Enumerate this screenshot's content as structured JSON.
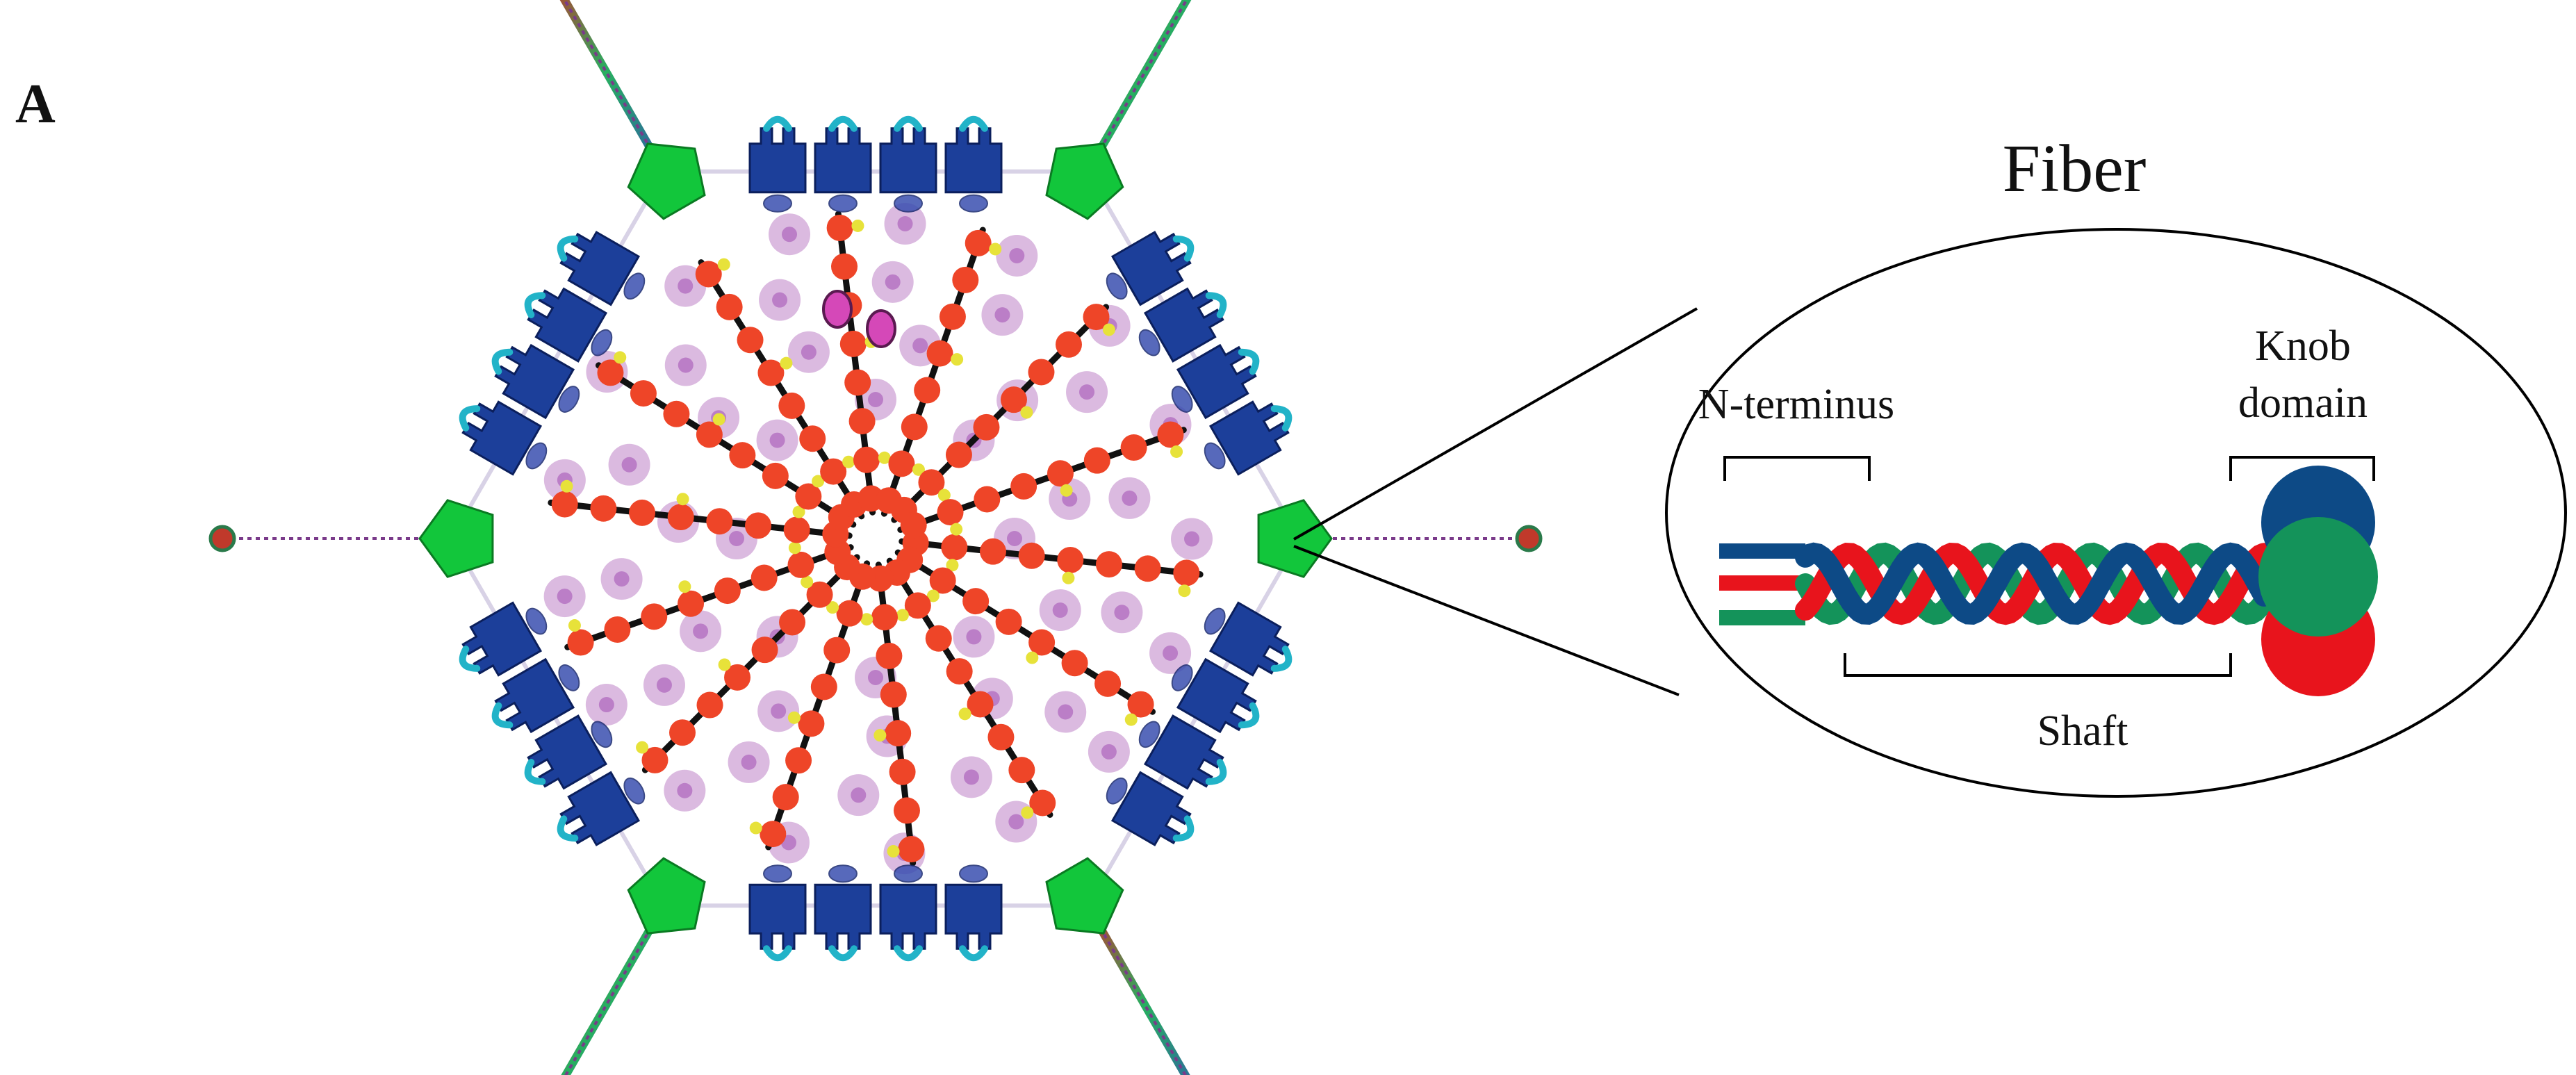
{
  "figure": {
    "panel_label": "A",
    "fiber_title": "Fiber",
    "labels": {
      "n_terminus": "N-terminus",
      "knob_line1": "Knob",
      "knob_line2": "domain",
      "shaft": "Shaft"
    }
  },
  "colors": {
    "hexon": "#1c3f9a",
    "hexon_knob": "#22b3c8",
    "penton": "#12c63b",
    "core_bead": "#ee4528",
    "small_bead": "#e7e23a",
    "pink_protein": "#d548b8",
    "purple_cloud": "#cfa3d6",
    "fiber_red": "#e8141c",
    "fiber_green": "#14935a",
    "fiber_blue": "#0d4a86"
  }
}
